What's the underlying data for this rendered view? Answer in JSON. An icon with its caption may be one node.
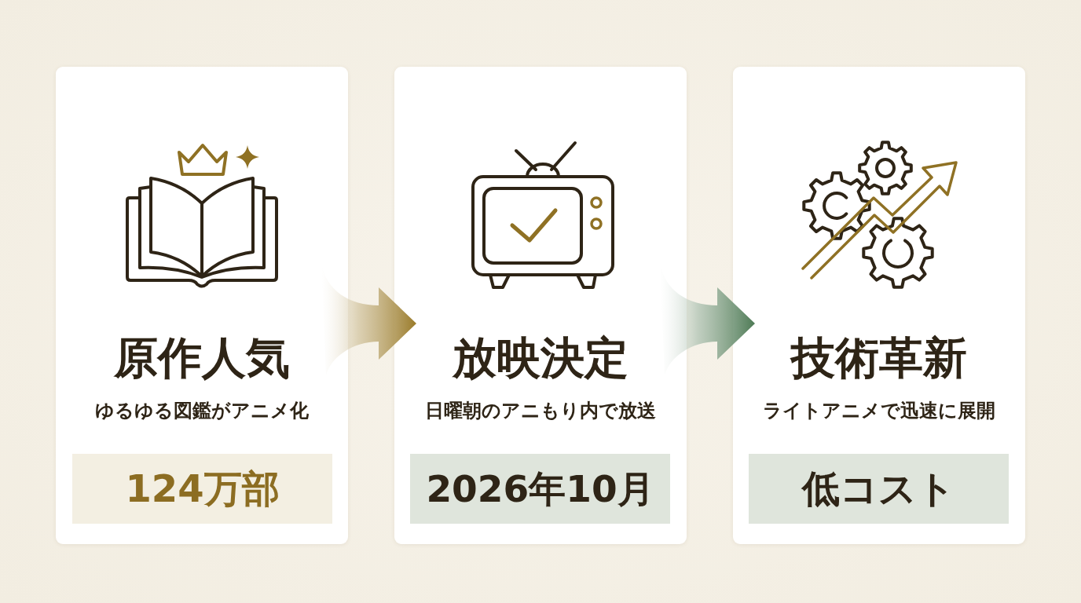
{
  "diagram": {
    "nodes": [
      {
        "text": [
          "原作人気",
          "ゆるゆる図鑑がアニメ化"
        ]
      },
      {
        "text": [
          "124万部"
        ],
        "in": 0
      },
      {
        "text": [
          "放映決定",
          "日曜朝のアニもり内で放送"
        ]
      },
      {
        "text": [
          "2026年10月"
        ],
        "in": 2
      },
      {
        "text": [
          "技術革新",
          "ライトアニメで迅速に展開"
        ]
      },
      {
        "text": [
          "低コスト"
        ],
        "in": 4
      }
    ],
    "edges": [
      {
        "from": 0,
        "to": 2,
        "arrow": "to",
        "color": "#9a7b2a"
      },
      {
        "from": 2,
        "to": 4,
        "arrow": "to",
        "color": "#4e7a55"
      }
    ]
  }
}
